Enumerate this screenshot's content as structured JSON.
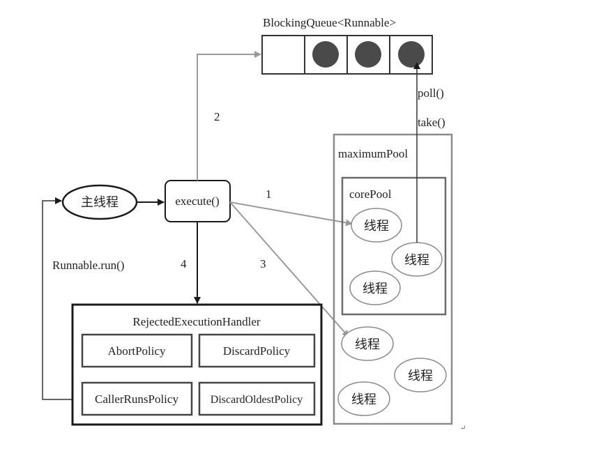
{
  "queue": {
    "title": "BlockingQueue<Runnable>"
  },
  "main_thread": {
    "label": "主线程"
  },
  "execute": {
    "label": "execute()"
  },
  "edges": {
    "step1": "1",
    "step2": "2",
    "step3": "3",
    "step4": "4",
    "poll": "poll()",
    "take": "take()",
    "runnable_run": "Runnable.run()"
  },
  "maximum_pool": {
    "title": "maximumPool",
    "threads": [
      "线程",
      "线程",
      "线程"
    ]
  },
  "core_pool": {
    "title": "corePool",
    "threads": [
      "线程",
      "线程",
      "线程"
    ]
  },
  "handler": {
    "title": "RejectedExecutionHandler",
    "policies": [
      "AbortPolicy",
      "DiscardPolicy",
      "CallerRunsPolicy",
      "DiscardOldestPolicy"
    ]
  },
  "page_mark": "↵",
  "colors": {
    "gray_line": "#9a9a9a",
    "dark_line": "#1a1a1a",
    "queue_item": "#4a4a4a",
    "text": "#222222"
  }
}
